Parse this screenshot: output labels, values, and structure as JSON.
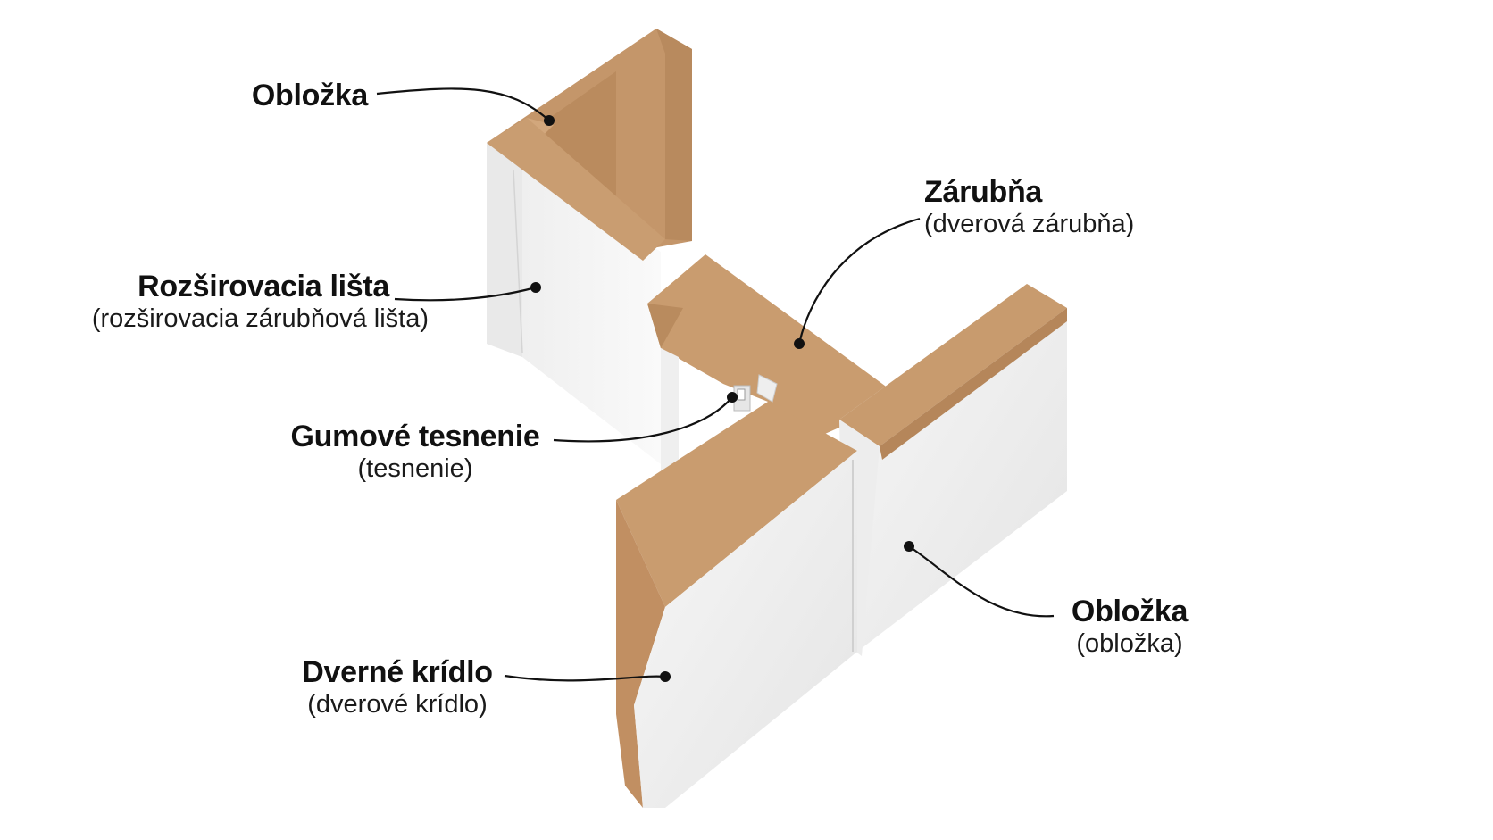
{
  "labels": {
    "oblozka_top": {
      "title": "Obložka"
    },
    "rozsirovacia": {
      "title": "Rozširovacia lišta",
      "subtitle": "(rozširovacia zárubňová lišta)"
    },
    "gumove": {
      "title": "Gumové tesnenie",
      "subtitle": "(tesnenie)"
    },
    "dverne": {
      "title": "Dverné krídlo",
      "subtitle": "(dverové krídlo)"
    },
    "zarubna": {
      "title": "Zárubňa",
      "subtitle": "(dverová zárubňa)"
    },
    "oblozka_right": {
      "title": "Obložka",
      "subtitle": "(obložka)"
    }
  },
  "colors": {
    "wood": "#c89b6e",
    "wood_dark": "#b5865a",
    "white_face": "#f2f2f2",
    "white_shade": "#e3e3e3",
    "leader": "#111111"
  }
}
